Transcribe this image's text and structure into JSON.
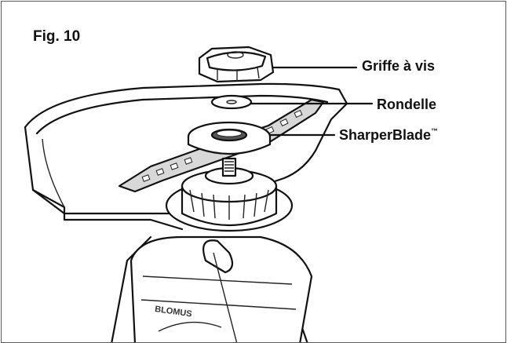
{
  "figure": {
    "label": "Fig. 10",
    "callouts": [
      {
        "text": "Griffe à vis",
        "trademark": ""
      },
      {
        "text": "Rondelle",
        "trademark": ""
      },
      {
        "text": "SharperBlade",
        "trademark": "™"
      }
    ],
    "brand_mark": "BLOMUS"
  }
}
